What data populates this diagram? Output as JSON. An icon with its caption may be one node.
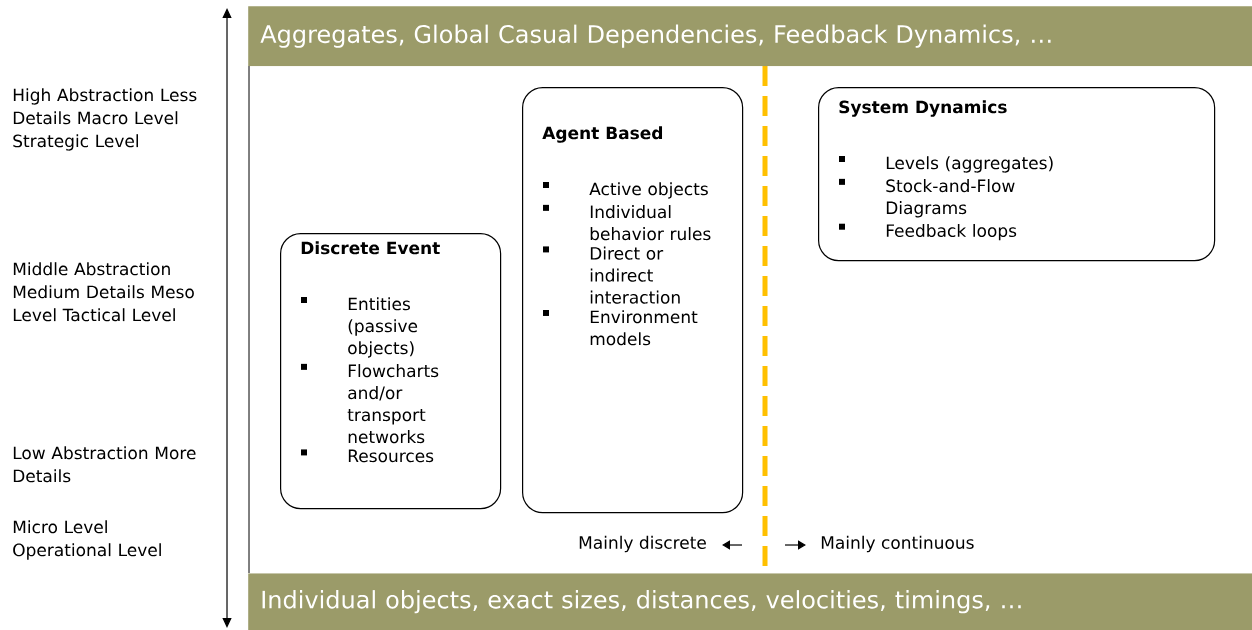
{
  "diagram": {
    "nodes": [
      {
        "text": [
          "Aggregates, Global Casual Dependencies, Feedback Dynamics, …"
        ]
      },
      {
        "text": [
          "Individual objects, exact sizes, distances, velocities, timings, …"
        ]
      },
      {
        "text": [
          "Discrete Event",
          "Entities (passive objects)",
          "Flowcharts and/or transport networks",
          "Resources"
        ]
      },
      {
        "text": [
          "Agent Based",
          "Active objects",
          "Individual behavior rules",
          "Direct or indirect interaction",
          "Environment models"
        ]
      },
      {
        "text": [
          "System Dynamics",
          "Levels (aggregates)",
          "Stock-and-Flow Diagrams",
          "Feedback loops"
        ]
      }
    ],
    "labels": [
      "High Abstraction Less Details Macro Level Strategic Level",
      "Middle Abstraction Medium Details Meso Level Tactical Level",
      "Low Abstraction More Details",
      "Micro Level Operational Level",
      "Mainly discrete",
      "Mainly continuous"
    ]
  }
}
